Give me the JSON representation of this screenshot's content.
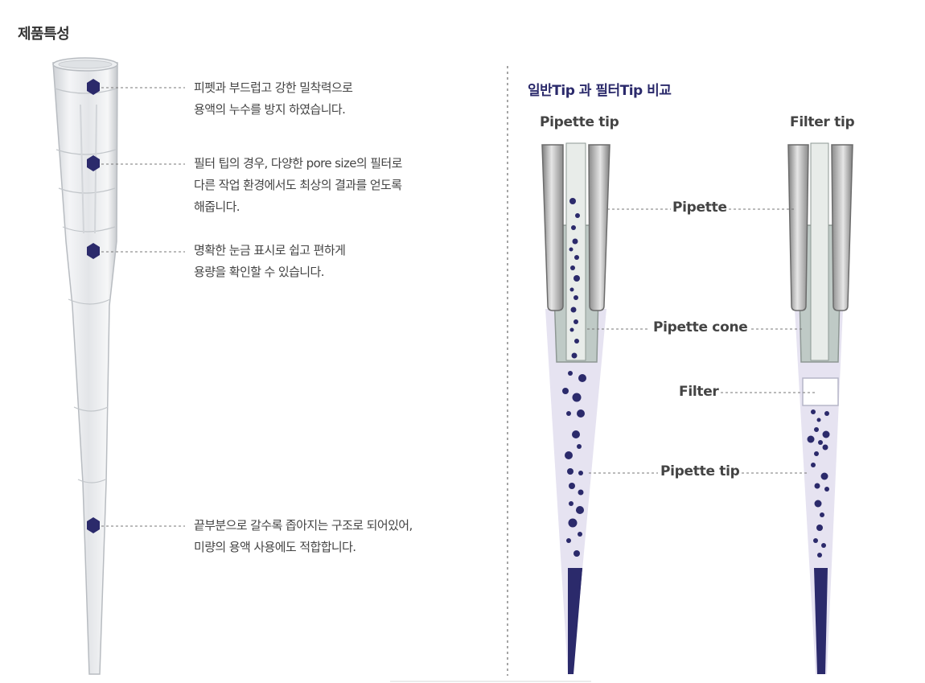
{
  "section_title": "제품특성",
  "features": [
    {
      "lines": [
        "피펫과 부드럽고 강한 밀착력으로",
        "용액의 누수를 방지 하였습니다."
      ]
    },
    {
      "lines": [
        "필터 팁의 경우, 다양한 pore size의 필터로",
        "다른 작업 환경에서도 최상의 결과를 얻도록",
        "해줍니다."
      ]
    },
    {
      "lines": [
        "명확한 눈금 표시로 쉽고 편하게",
        "용량을 확인할 수 있습니다."
      ]
    },
    {
      "lines": [
        "끝부분으로 갈수록 좁아지는 구조로 되어있어,",
        "미량의 용액 사용에도 적합합니다."
      ]
    }
  ],
  "comparison": {
    "title": "일반Tip 과 필터Tip 비교",
    "left_heading": "Pipette tip",
    "right_heading": "Filter tip",
    "labels": {
      "pipette": "Pipette",
      "pipette_cone": "Pipette cone",
      "filter": "Filter",
      "pipette_tip": "Pipette tip"
    }
  },
  "colors": {
    "marker": "#2b2a6b",
    "liquid": "#e6e3f1",
    "dot": "#2b2a6b",
    "cone": "#bfcac6",
    "pipette_body": "#9a9a9a",
    "divider": "#888888"
  },
  "icons": [
    "hexagon-marker-icon"
  ]
}
